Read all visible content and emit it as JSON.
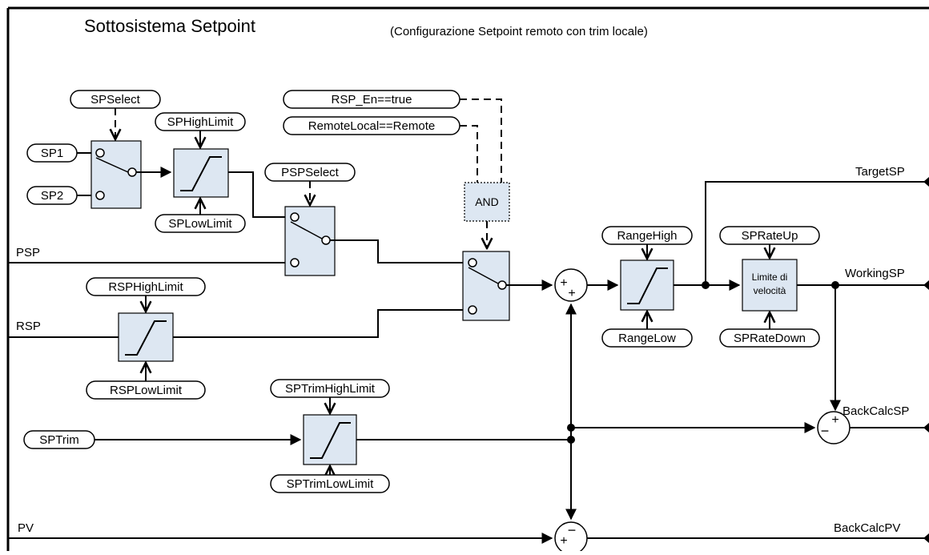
{
  "diagram": {
    "title": "Sottosistema Setpoint",
    "subtitle": "(Configurazione Setpoint remoto con trim locale)",
    "params": {
      "spselect": "SPSelect",
      "sphighlimit": "SPHighLimit",
      "splowlimit": "SPLowLimit",
      "sp1": "SP1",
      "sp2": "SP2",
      "pspselect": "PSPSelect",
      "rsp_en": "RSP_En==true",
      "remotelocal": "RemoteLocal==Remote",
      "rsphighlimit": "RSPHighLimit",
      "rsplowlimit": "RSPLowLimit",
      "rangehigh": "RangeHigh",
      "rangelow": "RangeLow",
      "sprateup": "SPRateUp",
      "spratedown": "SPRateDown",
      "sptrimhighlimit": "SPTrimHighLimit",
      "sptrimlowlimit": "SPTrimLowLimit",
      "sptrim": "SPTrim"
    },
    "signals": {
      "psp": "PSP",
      "rsp": "RSP",
      "pv": "PV",
      "targetsp": "TargetSP",
      "workingsp": "WorkingSP",
      "backcalcsp": "BackCalcSP",
      "backcalcpv": "BackCalcPV"
    },
    "blocks": {
      "and_label": "AND",
      "rate_label_1": "Limite di",
      "rate_label_2": "velocità"
    },
    "signs": {
      "plus": "+",
      "minus": "−"
    }
  }
}
